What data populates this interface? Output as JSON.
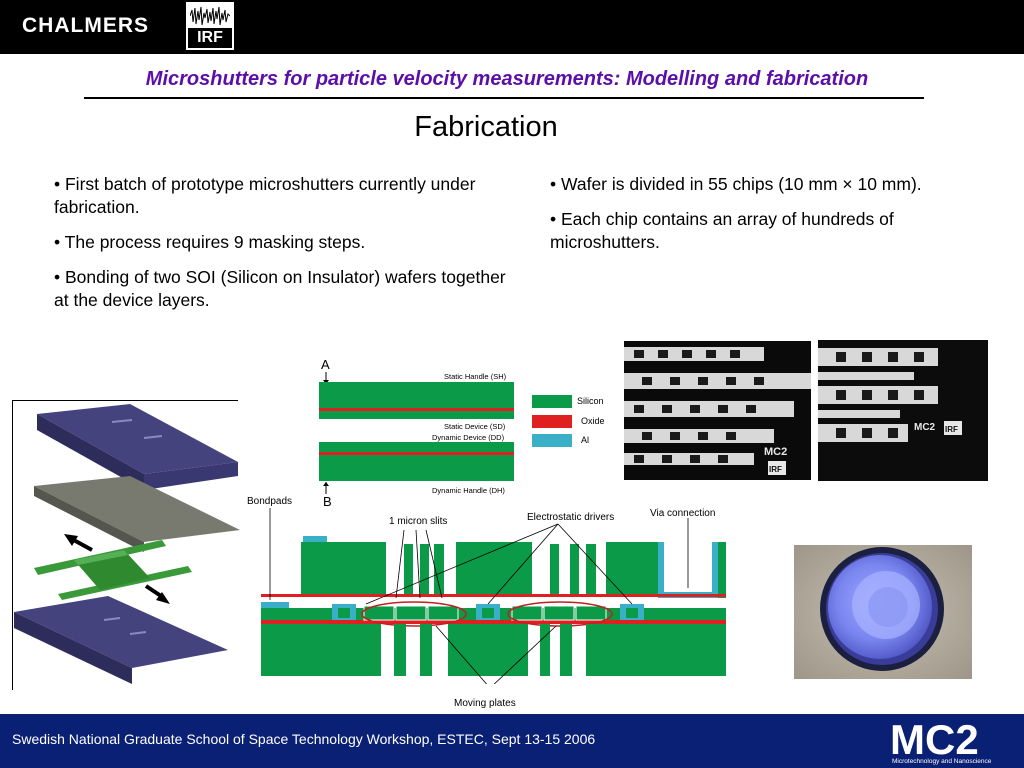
{
  "header": {
    "institution": "CHALMERS",
    "partner_logo_text": "IRF"
  },
  "slide": {
    "title": "Microshutters for particle velocity measurements: Modelling and fabrication",
    "subtitle": "Fabrication"
  },
  "bullets_left": [
    "• First batch of prototype microshutters currently under fabrication.",
    "• The process requires 9 masking steps.",
    "• Bonding of two SOI (Silicon on Insulator) wafers together at the device layers."
  ],
  "bullets_right": [
    "• Wafer is divided in 55 chips (10 mm × 10 mm).",
    "• Each chip contains an array of hundreds of microshutters."
  ],
  "layer_diagram": {
    "marker_top": "A",
    "marker_bottom": "B",
    "labels": {
      "sh": "Static Handle (SH)",
      "sd": "Static Device (SD)",
      "dd": "Dynamic Device (DD)",
      "dh": "Dynamic Handle (DH)"
    },
    "legend": [
      {
        "label": "Silicon",
        "color": "#0a9a48"
      },
      {
        "label": "Oxide",
        "color": "#e02020"
      },
      {
        "label": "Al",
        "color": "#3ab0c8"
      }
    ]
  },
  "cross_section": {
    "bondpads": "Bondpads",
    "slits": "1 micron slits",
    "drivers": "Electrostatic drivers",
    "via": "Via connection",
    "plates": "Moving plates"
  },
  "photo_logo": {
    "mc2": "MC2",
    "irf": "IRF"
  },
  "footer": {
    "text": "Swedish National Graduate School of Space Technology Workshop, ESTEC, Sept 13-15 2006",
    "logo_text": "MC2",
    "logo_subtext": "Microtechnology and Nanoscience"
  },
  "colors": {
    "silicon": "#0a9a48",
    "oxide": "#e02020",
    "al": "#3ab0c8",
    "title": "#5b0fa8",
    "footer": "#0a2074"
  }
}
